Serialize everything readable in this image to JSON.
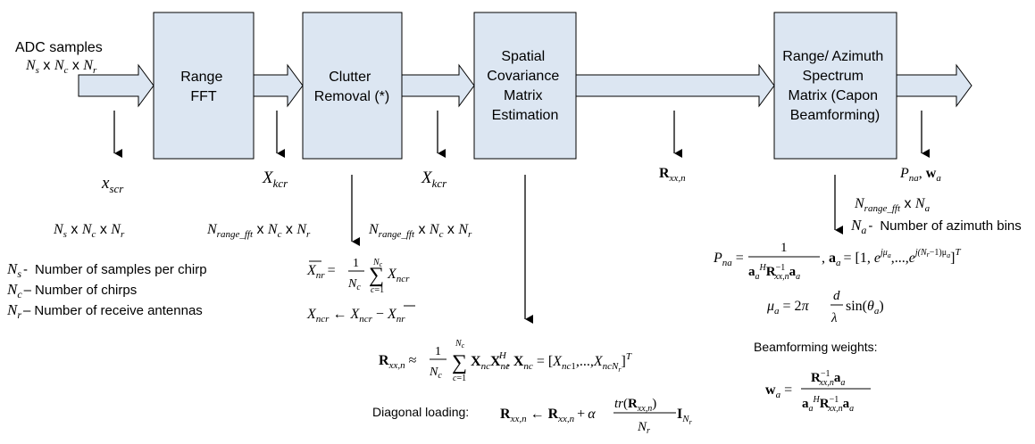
{
  "input": {
    "title": "ADC samples",
    "dims": [
      [
        "N",
        "s"
      ],
      [
        "N",
        "c"
      ],
      [
        "N",
        "r"
      ]
    ]
  },
  "blocks": {
    "range_fft": [
      "Range",
      "FFT"
    ],
    "clutter_removal": [
      "Clutter",
      "Removal (*)"
    ],
    "covariance": [
      "Spatial",
      "Covariance",
      "Matrix",
      "Estimation"
    ],
    "capon": [
      "Range/ Azimuth",
      "Spectrum",
      "Matrix (Capon",
      "Beamforming)"
    ]
  },
  "signals": {
    "x_scr": [
      "x",
      "scr"
    ],
    "X_kcr_1": [
      "X",
      "kcr"
    ],
    "X_kcr_2": [
      "X",
      "kcr"
    ],
    "R_xxn": [
      "R",
      "xx,n"
    ],
    "P_w": "P_na, w_a"
  },
  "dims": {
    "d1": [
      [
        "N",
        "s"
      ],
      [
        "N",
        "c"
      ],
      [
        "N",
        "r"
      ]
    ],
    "d2": [
      [
        "N",
        "range_fft"
      ],
      [
        "N",
        "c"
      ],
      [
        "N",
        "r"
      ]
    ],
    "d3": [
      [
        "N",
        "range_fft"
      ],
      [
        "N",
        "c"
      ],
      [
        "N",
        "r"
      ]
    ],
    "d4": [
      [
        "N",
        "range_fft"
      ],
      [
        "N",
        "a"
      ]
    ]
  },
  "legend": {
    "samples": {
      "sym": [
        "N",
        "s"
      ],
      "sep": "-",
      "text": "Number of samples per chirp"
    },
    "chirps": {
      "sym": [
        "N",
        "c"
      ],
      "sep": "–",
      "text": "Number of chirps"
    },
    "antennas": {
      "sym": [
        "N",
        "r"
      ],
      "sep": "–",
      "text": "Number of receive antennas"
    },
    "azimuth_bins": {
      "sym": [
        "N",
        "a"
      ],
      "sep": "-",
      "text": "Number of azimuth bins"
    }
  },
  "labels": {
    "diagonal_loading": "Diagonal loading:",
    "beamforming_weights": "Beamforming weights:"
  },
  "colors": {
    "block_fill": "#dce6f2",
    "arrow_fill": "#dce6f2",
    "stroke": "#000000"
  }
}
